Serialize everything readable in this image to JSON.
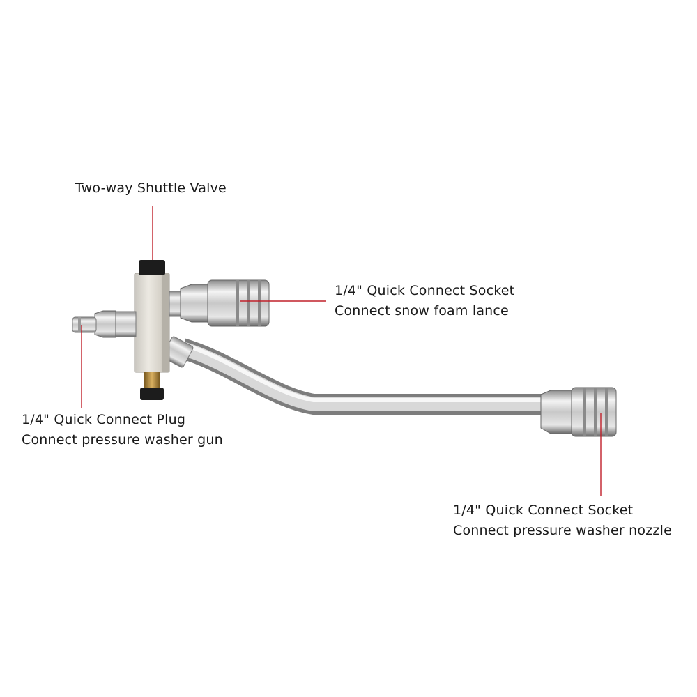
{
  "colors": {
    "background": "#ffffff",
    "leader_line": "#c0202a",
    "text": "#1a1a1a",
    "steel_light": "#f2f2f2",
    "steel_mid": "#b9b9b9",
    "steel_dark": "#6e6e6e",
    "brass": "#b58a3a",
    "rubber": "#1c1c1c"
  },
  "labels": {
    "shuttle_valve": {
      "line1": "Two-way Shuttle Valve"
    },
    "socket_foam": {
      "line1": "1/4\" Quick Connect Socket",
      "line2": "Connect snow foam lance"
    },
    "plug_gun": {
      "line1": "1/4\" Quick Connect Plug",
      "line2": "Connect pressure washer gun"
    },
    "socket_nozzle": {
      "line1": "1/4\" Quick Connect Socket",
      "line2": "Connect pressure washer nozzle"
    }
  }
}
